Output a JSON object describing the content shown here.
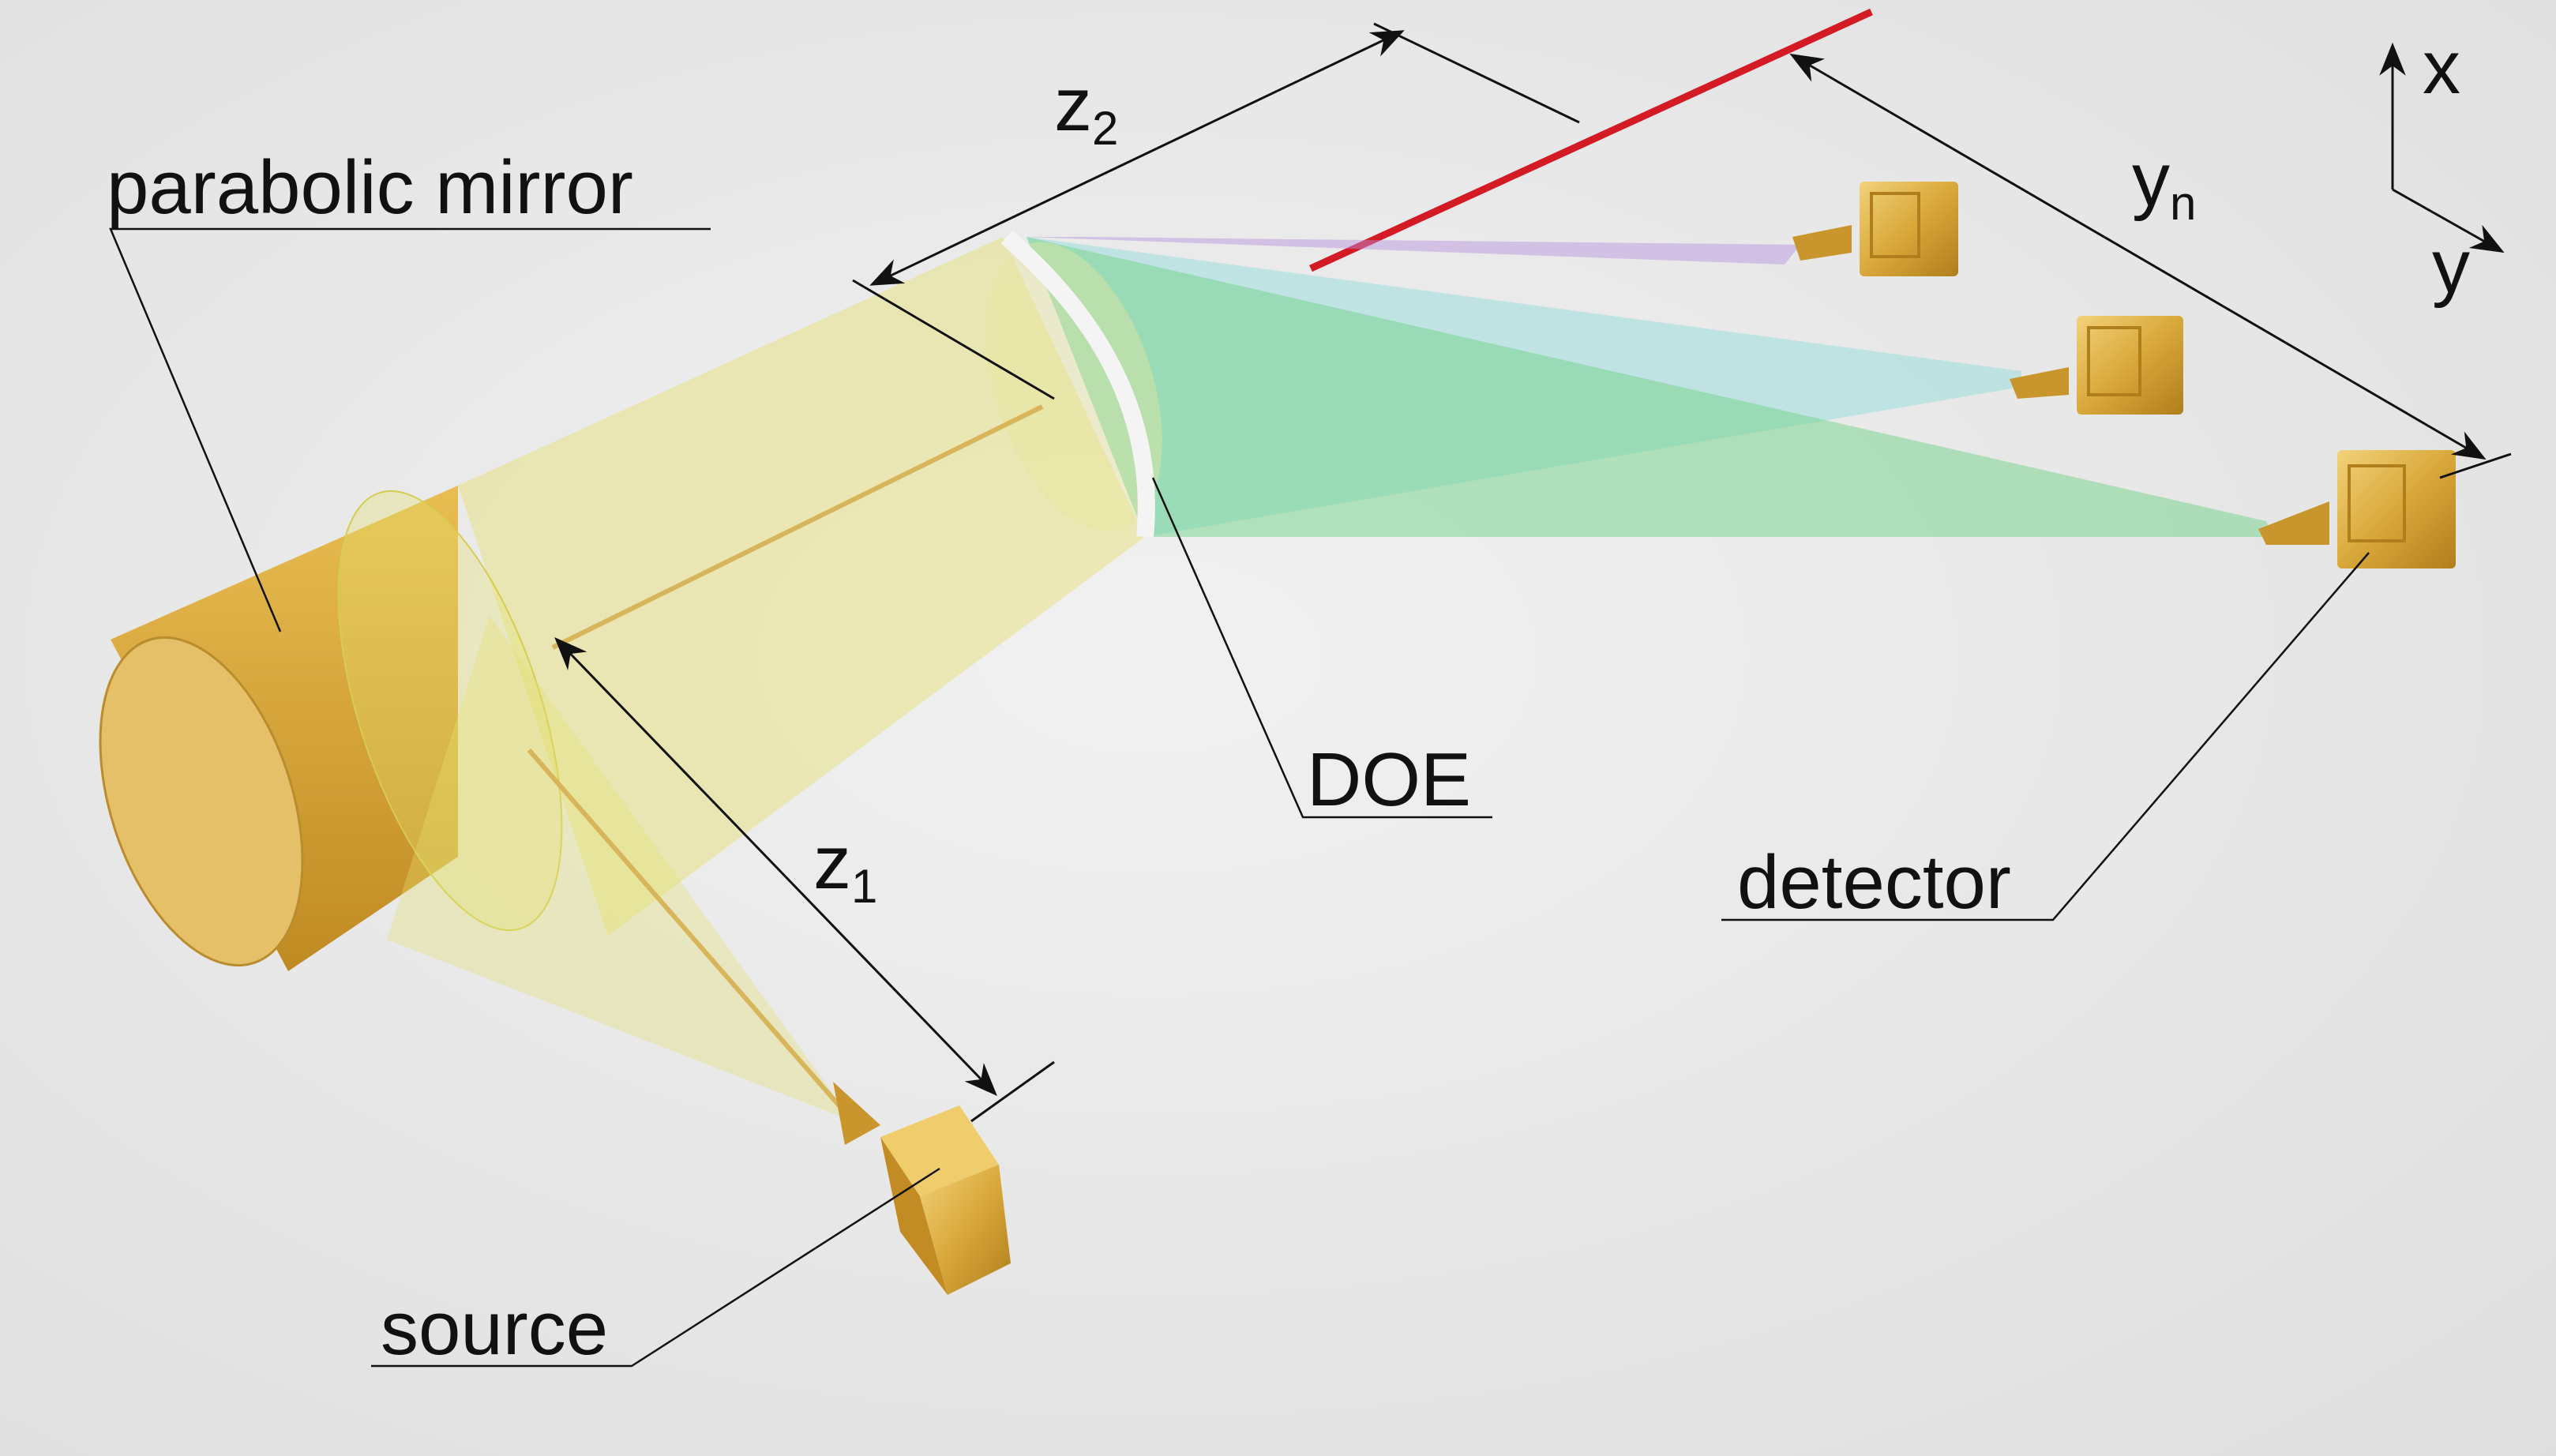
{
  "labels": {
    "parabolic_mirror": "parabolic mirror",
    "doe": "DOE",
    "detector": "detector",
    "source": "source",
    "z1_base": "z",
    "z1_sub": "1",
    "z2_base": "z",
    "z2_sub": "2",
    "yn_base": "y",
    "yn_sub": "n",
    "axis_x": "x",
    "axis_y": "y"
  },
  "colors": {
    "gold": "#d9a83a",
    "beam_yellow": "#e6e070",
    "beam_green": "#74d38a",
    "beam_cyan": "#7fd7d9",
    "beam_violet": "#b98fe0",
    "laser_red": "#d41a24",
    "background": "#e9e9e9"
  }
}
